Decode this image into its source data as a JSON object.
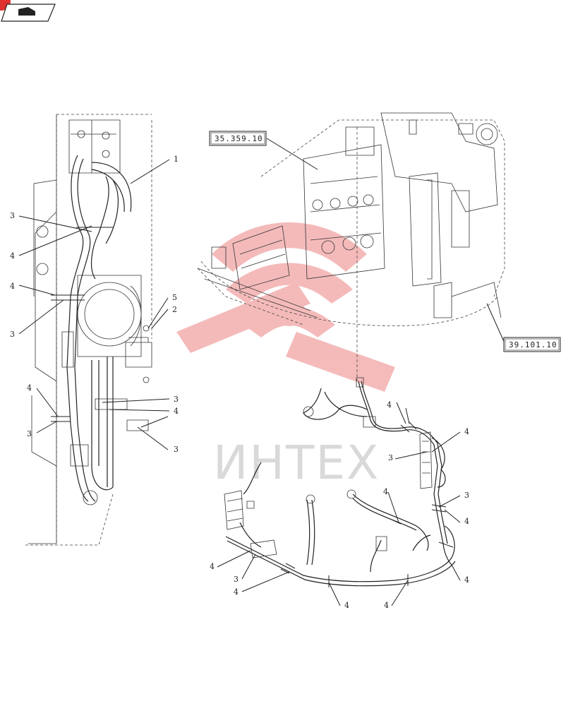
{
  "reference_boxes": [
    {
      "id": "ref-top",
      "text": "35.359.10"
    },
    {
      "id": "ref-right",
      "text": "39.101.10"
    }
  ],
  "left_callouts": [
    "1",
    "3",
    "4",
    "4",
    "3",
    "5",
    "2",
    "4",
    "3",
    "3",
    "4",
    "3"
  ],
  "right_callouts": [
    "4",
    "4",
    "3",
    "4",
    "3",
    "4",
    "4",
    "4",
    "3",
    "4",
    "4",
    "4"
  ],
  "watermark": {
    "text": "ИНТЕХ",
    "color": "#e03030",
    "text_color": "#d9d9d9"
  },
  "colors": {
    "line": "#222222",
    "logo_red": "#e03030"
  },
  "icons": [
    "book-icon",
    "page-corner-marker"
  ]
}
